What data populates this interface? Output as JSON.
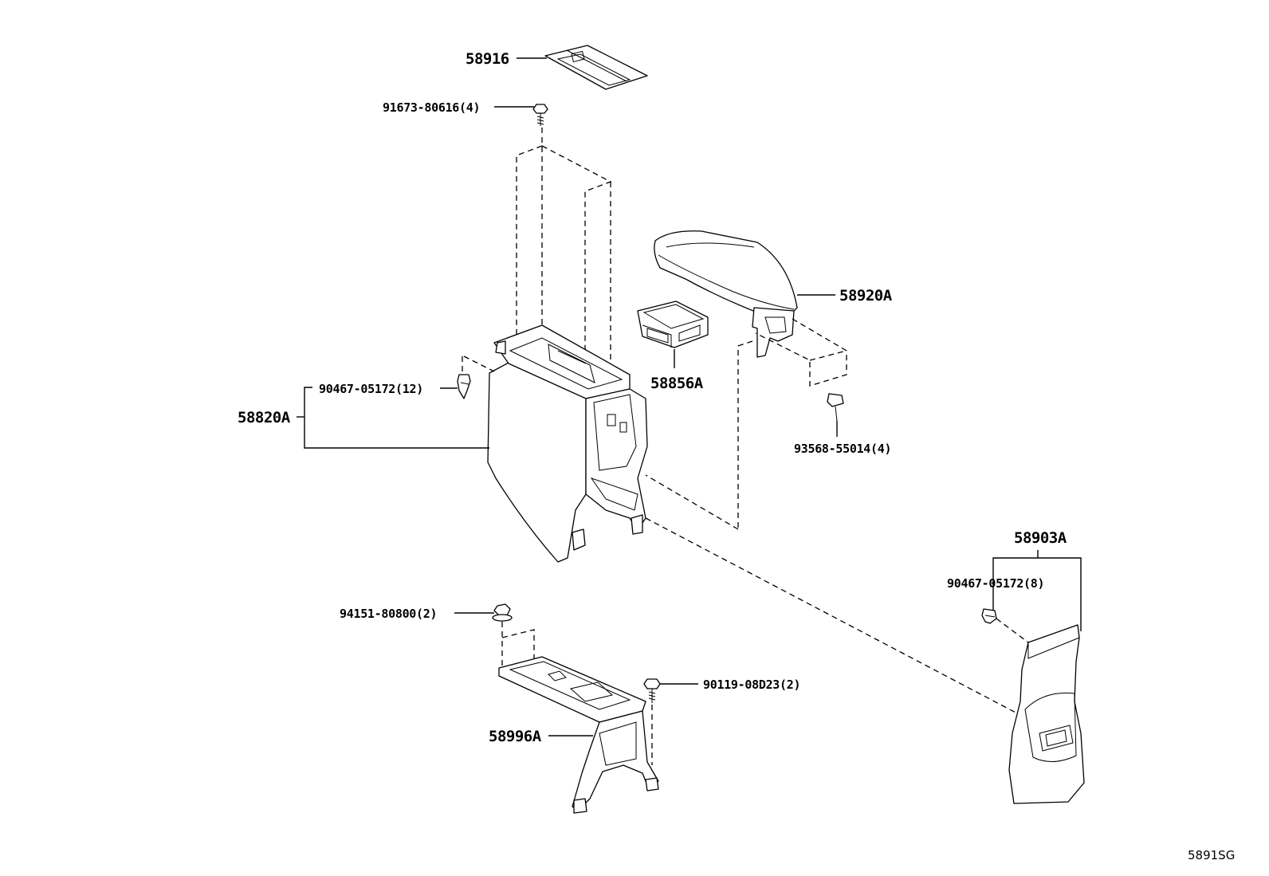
{
  "diagram": {
    "code": "5891SG",
    "labels": {
      "p58916": "58916",
      "p91673": "91673-80616(4)",
      "p58920A": "58920A",
      "p58856A": "58856A",
      "p93568": "93568-55014(4)",
      "p90467_12": "90467-05172(12)",
      "p58820A": "58820A",
      "p58903A": "58903A",
      "p90467_8": "90467-05172(8)",
      "p94151": "94151-80800(2)",
      "p90119": "90119-08D23(2)",
      "p58996A": "58996A"
    }
  }
}
